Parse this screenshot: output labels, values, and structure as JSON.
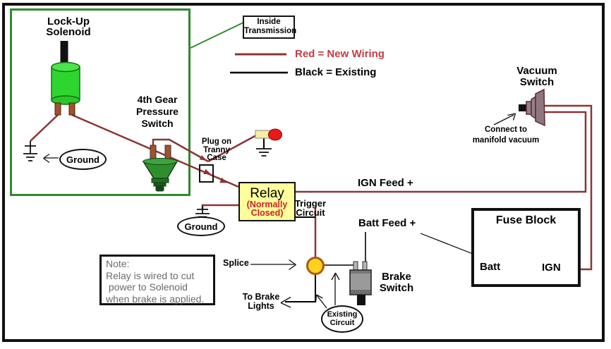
{
  "title": "Lock-up solenoid wiring diagram",
  "legend": {
    "red_label": "Red = New Wiring",
    "black_label": "Black = Existing"
  },
  "labels": {
    "lockup_solenoid": "Lock-Up\nSolenoid",
    "inside_transmission": "Inside\nTransmission",
    "pressure_switch": "4th Gear\nPressure\nSwitch",
    "ground_transmission": "Ground",
    "ground_relay": "Ground",
    "plug_tranny": "Plug on\nTranny\nCase",
    "vacuum_switch": "Vacuum\nSwitch",
    "connect_manifold": "Connect to\nmanifold vacuum",
    "relay_title": "Relay",
    "relay_sub": "(Normally\nClosed)",
    "trigger_circuit": "Trigger\nCircuit",
    "ign_feed": "IGN Feed +",
    "batt_feed": "Batt Feed +",
    "fuse_block": "Fuse Block",
    "batt_terminal": "Batt",
    "ign_terminal": "IGN",
    "brake_switch": "Brake\nSwitch",
    "splice": "Splice",
    "to_brake_lights": "To Brake\nLights",
    "existing_circuit": "Existing\nCircuit",
    "note": "Note:\nRelay is wired to cut\n power to Solenoid\nwhen brake is applied."
  },
  "colors": {
    "wire-new": "#8b3434",
    "wire-existing": "#000000",
    "legend-red-text": "#c43b45",
    "transmission-box": "#2e8b2e",
    "relay-fill": "#ffff9c",
    "relay-subtext": "#cc2222",
    "solenoid-green": "#2ed52e",
    "switch-green": "#2f8f2f",
    "splice-fill": "#ffd21e",
    "splice-ring": "#a85a14",
    "note-text": "#6b6b6b",
    "vacuum-body": "#96808a",
    "brake-body": "#9a9a9a",
    "prong-brown": "#a0522d",
    "indicator-red": "#e81919",
    "indicator-base": "#f5f0a0"
  }
}
